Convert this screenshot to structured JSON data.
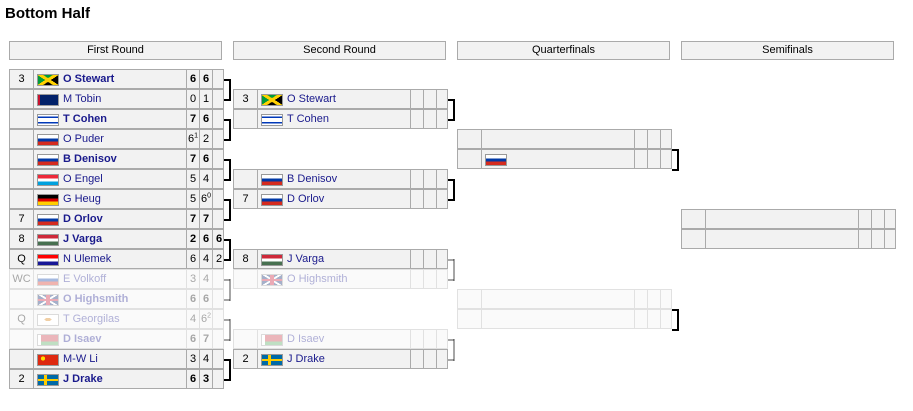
{
  "title": "Bottom Half",
  "rounds": [
    "First Round",
    "Second Round",
    "Quarterfinals",
    "Semifinals"
  ],
  "first_round": [
    {
      "seed": "3",
      "flag": "jamaica-flag",
      "name": "O Stewart",
      "s1": "6",
      "s2": "6",
      "s3": "",
      "win": true
    },
    {
      "seed": "",
      "flag": "australia-flag",
      "name": "M Tobin",
      "s1": "0",
      "s2": "1",
      "s3": "",
      "win": false
    },
    {
      "seed": "",
      "flag": "israel-flag",
      "name": "T Cohen",
      "s1": "7",
      "s2": "6",
      "s3": "",
      "win": true
    },
    {
      "seed": "",
      "flag": "russia-flag",
      "name": "O Puder",
      "s1": "6",
      "s1sup": "1",
      "s2": "2",
      "s3": "",
      "win": false
    },
    {
      "seed": "",
      "flag": "russia-flag",
      "name": "B Denisov",
      "s1": "7",
      "s2": "6",
      "s3": "",
      "win": true
    },
    {
      "seed": "",
      "flag": "luxembourg-flag",
      "name": "O Engel",
      "s1": "5",
      "s2": "4",
      "s3": "",
      "win": false
    },
    {
      "seed": "",
      "flag": "germany-flag",
      "name": "G Heug",
      "s1": "5",
      "s2": "6",
      "s2sup": "0",
      "s3": "",
      "win": false
    },
    {
      "seed": "7",
      "flag": "russia-flag",
      "name": "D Orlov",
      "s1": "7",
      "s2": "7",
      "s3": "",
      "win": true
    },
    {
      "seed": "8",
      "flag": "hungary-flag",
      "name": "J Varga",
      "s1": "2",
      "s2": "6",
      "s3": "6",
      "win": true
    },
    {
      "seed": "Q",
      "flag": "croatia-flag",
      "name": "N Ulemek",
      "s1": "6",
      "s2": "4",
      "s3": "2",
      "win": false
    },
    {
      "seed": "WC",
      "flag": "russia-flag",
      "name": "E Volkoff",
      "s1": "3",
      "s2": "4",
      "s3": "",
      "win": false
    },
    {
      "seed": "",
      "flag": "uk-flag",
      "name": "O Highsmith",
      "s1": "6",
      "s2": "6",
      "s3": "",
      "win": true
    },
    {
      "seed": "Q",
      "flag": "cyprus-flag",
      "name": "T Georgilas",
      "s1": "4",
      "s2": "6",
      "s2sup": "2",
      "s3": "",
      "win": false
    },
    {
      "seed": "",
      "flag": "belarus-flag",
      "name": "D Isaev",
      "s1": "6",
      "s2": "7",
      "s3": "",
      "win": true
    },
    {
      "seed": "",
      "flag": "china-flag",
      "name": "M-W Li",
      "s1": "3",
      "s2": "4",
      "s3": "",
      "win": false
    },
    {
      "seed": "2",
      "flag": "sweden-flag",
      "name": "J Drake",
      "s1": "6",
      "s2": "3",
      "s3": "",
      "win": true
    }
  ],
  "second_round": [
    {
      "seed": "3",
      "flag": "jamaica-flag",
      "name": "O Stewart"
    },
    {
      "seed": "",
      "flag": "israel-flag",
      "name": "T Cohen"
    },
    {
      "seed": "",
      "flag": "russia-flag",
      "name": "B Denisov"
    },
    {
      "seed": "7",
      "flag": "russia-flag",
      "name": "D Orlov"
    },
    {
      "seed": "8",
      "flag": "hungary-flag",
      "name": "J Varga"
    },
    {
      "seed": "",
      "flag": "uk-flag",
      "name": "O Highsmith"
    },
    {
      "seed": "",
      "flag": "belarus-flag",
      "name": "D Isaev"
    },
    {
      "seed": "2",
      "flag": "sweden-flag",
      "name": "J Drake"
    }
  ],
  "quarterfinals": [
    {
      "seed": "",
      "flag": "",
      "name": ""
    },
    {
      "seed": "",
      "flag": "russia-flag",
      "name": ""
    },
    {
      "seed": "",
      "flag": "",
      "name": ""
    },
    {
      "seed": "",
      "flag": "",
      "name": ""
    }
  ],
  "semifinals": [
    {
      "seed": "",
      "flag": "",
      "name": ""
    },
    {
      "seed": "",
      "flag": "",
      "name": ""
    }
  ]
}
